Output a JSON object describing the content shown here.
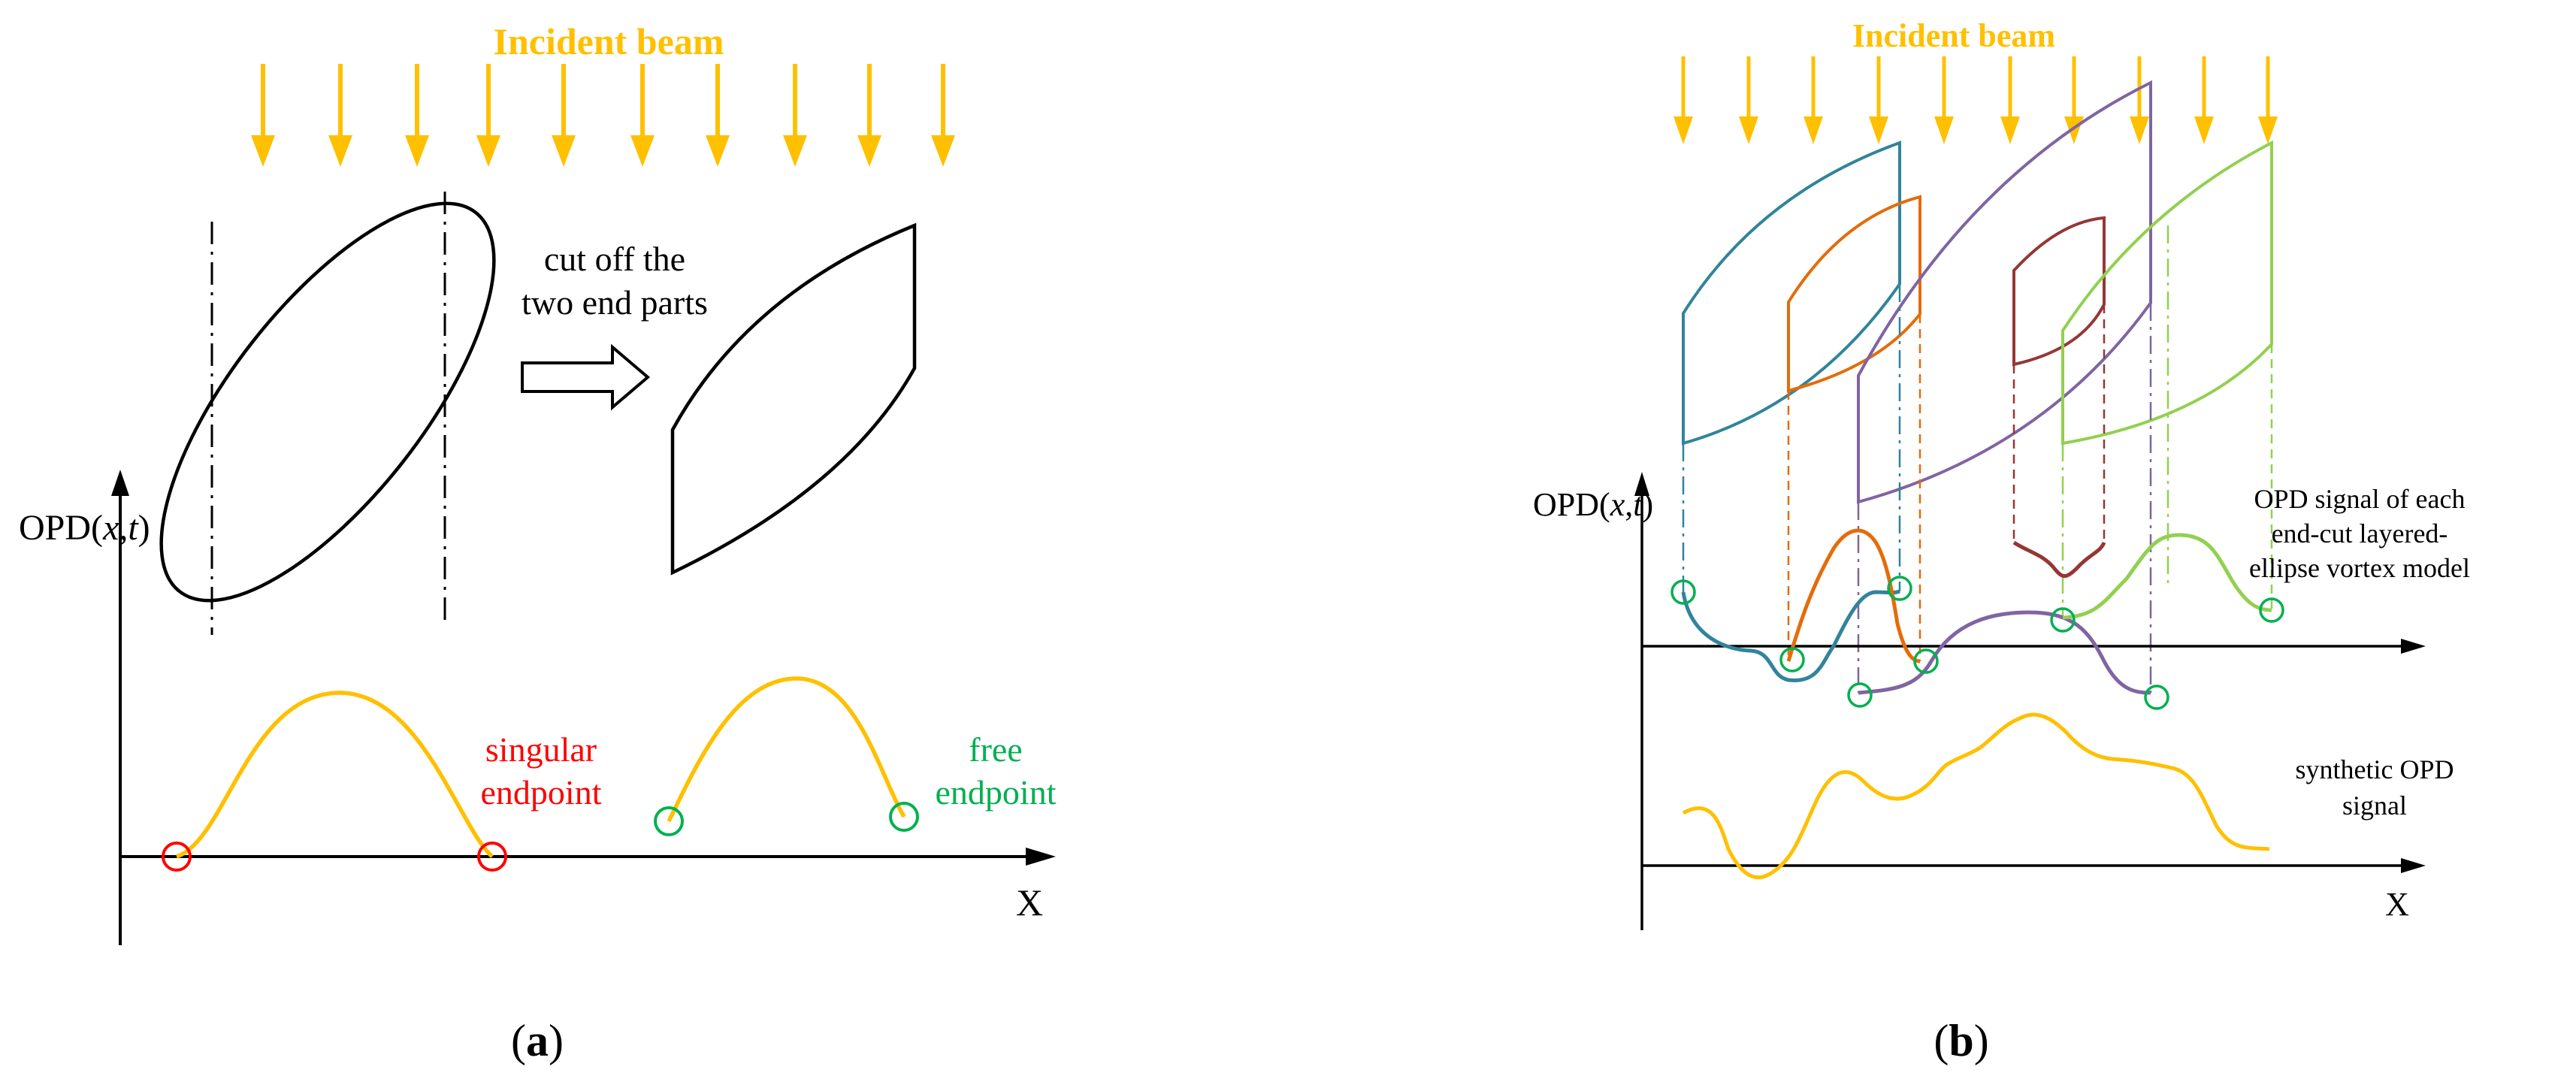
{
  "panel_a": {
    "beam_title": "Incident beam",
    "cut_label_line1": "cut off the",
    "cut_label_line2": "two end parts",
    "axis_y_label_pre": "OPD(",
    "axis_y_label_x": "x",
    "axis_y_label_mid": ",",
    "axis_y_label_t": "t",
    "axis_y_label_post": ")",
    "axis_x_label": "X",
    "singular_line1": "singular",
    "singular_line2": "endpoint",
    "free_line1": "free",
    "free_line2": "endpoint",
    "caption_pre": "(",
    "caption_letter": "a",
    "caption_post": ")"
  },
  "panel_b": {
    "beam_title": "Incident beam",
    "axis_y_label_pre": "OPD(",
    "axis_y_label_x": "x",
    "axis_y_label_mid": ",",
    "axis_y_label_t": "t",
    "axis_y_label_post": ")",
    "signal_label_line1": "OPD signal of each",
    "signal_label_line2": "end-cut layered-",
    "signal_label_line3": "ellipse vortex model",
    "synthetic_line1": "synthetic OPD",
    "synthetic_line2": "signal",
    "axis_x_label": "X",
    "caption_pre": "(",
    "caption_letter": "b",
    "caption_post": ")"
  },
  "colors": {
    "beam": "#FFC000",
    "ellipse": "#000000",
    "singular_marker": "#FF0000",
    "free_marker": "#00B050",
    "free_text": "#00B050",
    "singular_text": "#FF0000",
    "vortex_teal": "#31849B",
    "vortex_orange": "#E46C0A",
    "vortex_purple": "#8064A2",
    "vortex_brown": "#953735",
    "vortex_green": "#92D050"
  }
}
